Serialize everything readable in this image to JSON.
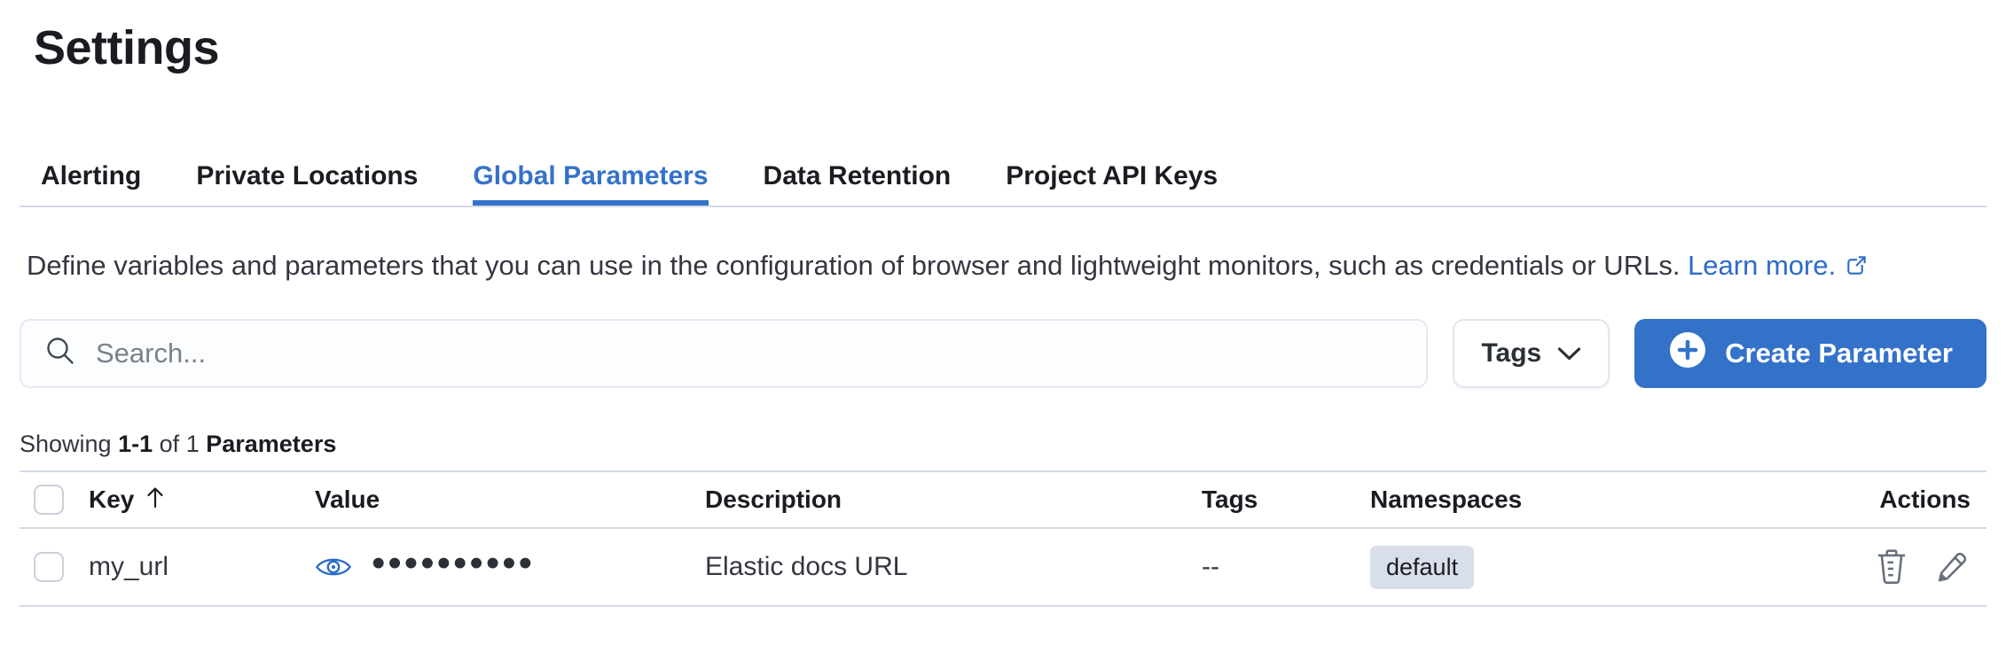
{
  "page": {
    "title": "Settings"
  },
  "tabs": [
    {
      "label": "Alerting",
      "active": false
    },
    {
      "label": "Private Locations",
      "active": false
    },
    {
      "label": "Global Parameters",
      "active": true
    },
    {
      "label": "Data Retention",
      "active": false
    },
    {
      "label": "Project API Keys",
      "active": false
    }
  ],
  "description": {
    "text": "Define variables and parameters that you can use in the configuration of browser and lightweight monitors, such as credentials or URLs.",
    "link_label": "Learn more."
  },
  "toolbar": {
    "search_placeholder": "Search...",
    "tags_label": "Tags",
    "create_label": "Create Parameter"
  },
  "summary": {
    "prefix": "Showing",
    "range": "1-1",
    "connector": "of",
    "count": "1",
    "entity": "Parameters"
  },
  "table": {
    "columns": [
      "Key",
      "Value",
      "Description",
      "Tags",
      "Namespaces",
      "Actions"
    ],
    "sort": {
      "column": "Key",
      "direction": "ascending"
    },
    "rows": [
      {
        "key": "my_url",
        "value_masked": "••••••••••",
        "value_hidden": true,
        "description": "Elastic docs URL",
        "tags": "--",
        "namespaces": [
          "default"
        ],
        "actions": [
          "delete",
          "edit"
        ]
      }
    ]
  },
  "icons": {
    "search": "magnifier-glass",
    "tags_chevron": "chevron-down",
    "create": "plus-in-circle-filled",
    "learn_more": "external-link-popout",
    "sort": "arrow-up",
    "value_visibility": "eye-outline",
    "delete": "trash-can",
    "edit": "pencil"
  },
  "colors": {
    "accent_blue": "#3472ca",
    "link_blue": "#2b6cc9",
    "heading_text": "#1a1c21",
    "body_text": "#343741",
    "border": "#d3dae6",
    "badge_bg": "#d8deea",
    "icon_gray": "#69707d"
  }
}
